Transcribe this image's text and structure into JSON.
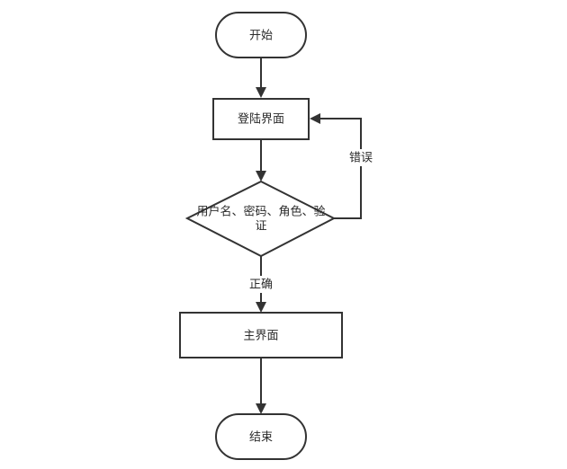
{
  "nodes": {
    "start": "开始",
    "login": "登陆界面",
    "verify_line1": "用户名、密码、角色、验",
    "verify_line2": "证",
    "main": "主界面",
    "end": "结束"
  },
  "edges": {
    "error": "错误",
    "correct": "正确"
  }
}
